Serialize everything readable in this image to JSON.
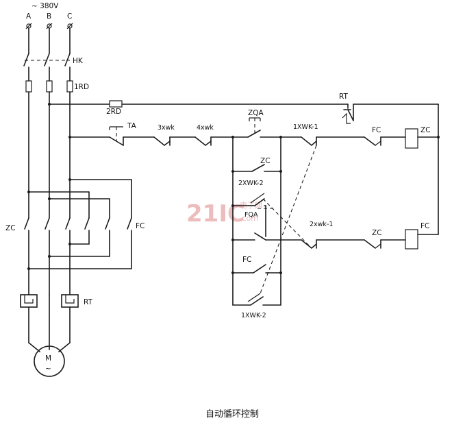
{
  "supply": {
    "voltage": "~ 380V",
    "phases": [
      "A",
      "B",
      "C"
    ]
  },
  "labels": {
    "switch": "HK",
    "fuse1": "1RD",
    "fuse2": "2RD",
    "thermal_relay_contact": "RT",
    "thermal_relay_element": "RT",
    "button_ta": "TA",
    "limit_3": "3xwk",
    "limit_4": "4xwk",
    "button_zqa": "ZQA",
    "limit_1xwk_1": "1XWK-1",
    "fc_interlock_top": "FC",
    "coil_zc": "ZC",
    "zc_self_hold": "ZC",
    "limit_2xwk_2": "2XWK-2",
    "button_fqa": "FQA",
    "limit_2xwk_1": "2xwk-1",
    "zc_interlock_bottom": "ZC",
    "coil_fc": "FC",
    "fc_self_hold": "FC",
    "limit_1xwk_2": "1XWK-2",
    "main_zc": "ZC",
    "main_fc": "FC",
    "motor": "M",
    "motor_symbol": "~"
  },
  "watermark": {
    "number": "21IC",
    "cn": "电子网",
    "en": ".com"
  },
  "caption": "自动循环控制"
}
